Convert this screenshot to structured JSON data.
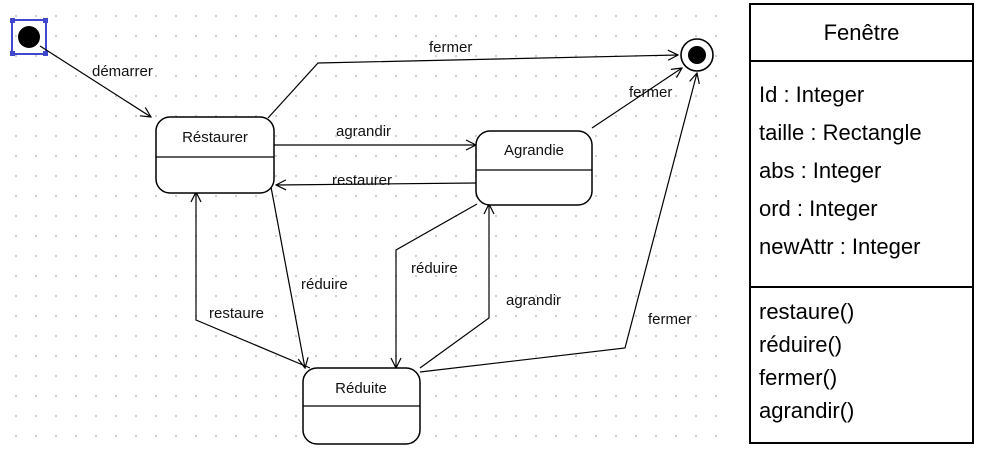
{
  "diagram": {
    "states": {
      "restaurer": "Réstaurer",
      "agrandie": "Agrandie",
      "reduite": "Réduite"
    },
    "transitions": {
      "demarrer": "démarrer",
      "fermer_top": "fermer",
      "fermer_agrandie": "fermer",
      "fermer_reduite": "fermer",
      "agrandir_top": "agrandir",
      "restaurer": "restaurer",
      "reduire_left": "réduire",
      "reduire_right": "réduire",
      "restaure": "restaure",
      "agrandir_bottom": "agrandir"
    }
  },
  "class_box": {
    "name": "Fenêtre",
    "attributes": [
      "Id : Integer",
      "taille : Rectangle",
      "abs : Integer",
      "ord : Integer",
      "newAttr : Integer"
    ],
    "operations": [
      "restaure()",
      "réduire()",
      "fermer()",
      "agrandir()"
    ]
  }
}
